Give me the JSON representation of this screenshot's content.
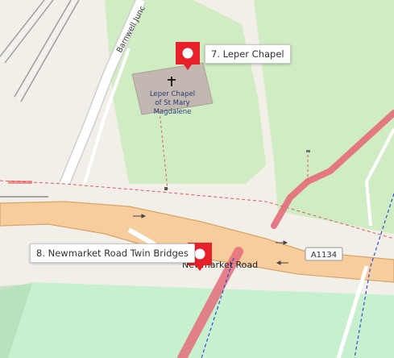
{
  "map": {
    "labels": {
      "barnwell_junction": "Barnwell Junc",
      "chapel_name": [
        "Leper Chapel",
        "of St Mary",
        "Magdalene"
      ],
      "newmarket_road": "Newmarket Road",
      "road_ref": "A1134"
    },
    "icons": {
      "chapel": "church-cross-icon",
      "marker": "map-pin-icon"
    },
    "markers": [
      {
        "label": "7. Leper Chapel"
      },
      {
        "label": "8. Newmarket Road Twin Bridges"
      }
    ],
    "colors": {
      "land": "#f2efe9",
      "grass": "#cfecc3",
      "park": "#c7f0cf",
      "major_road": "#f7cd9d",
      "major_road_casing": "#d8a466",
      "building": "#c3b8b1",
      "marker": "#e8202a",
      "path": "#e05a5a",
      "route_highlight": "#e46c7a"
    }
  }
}
